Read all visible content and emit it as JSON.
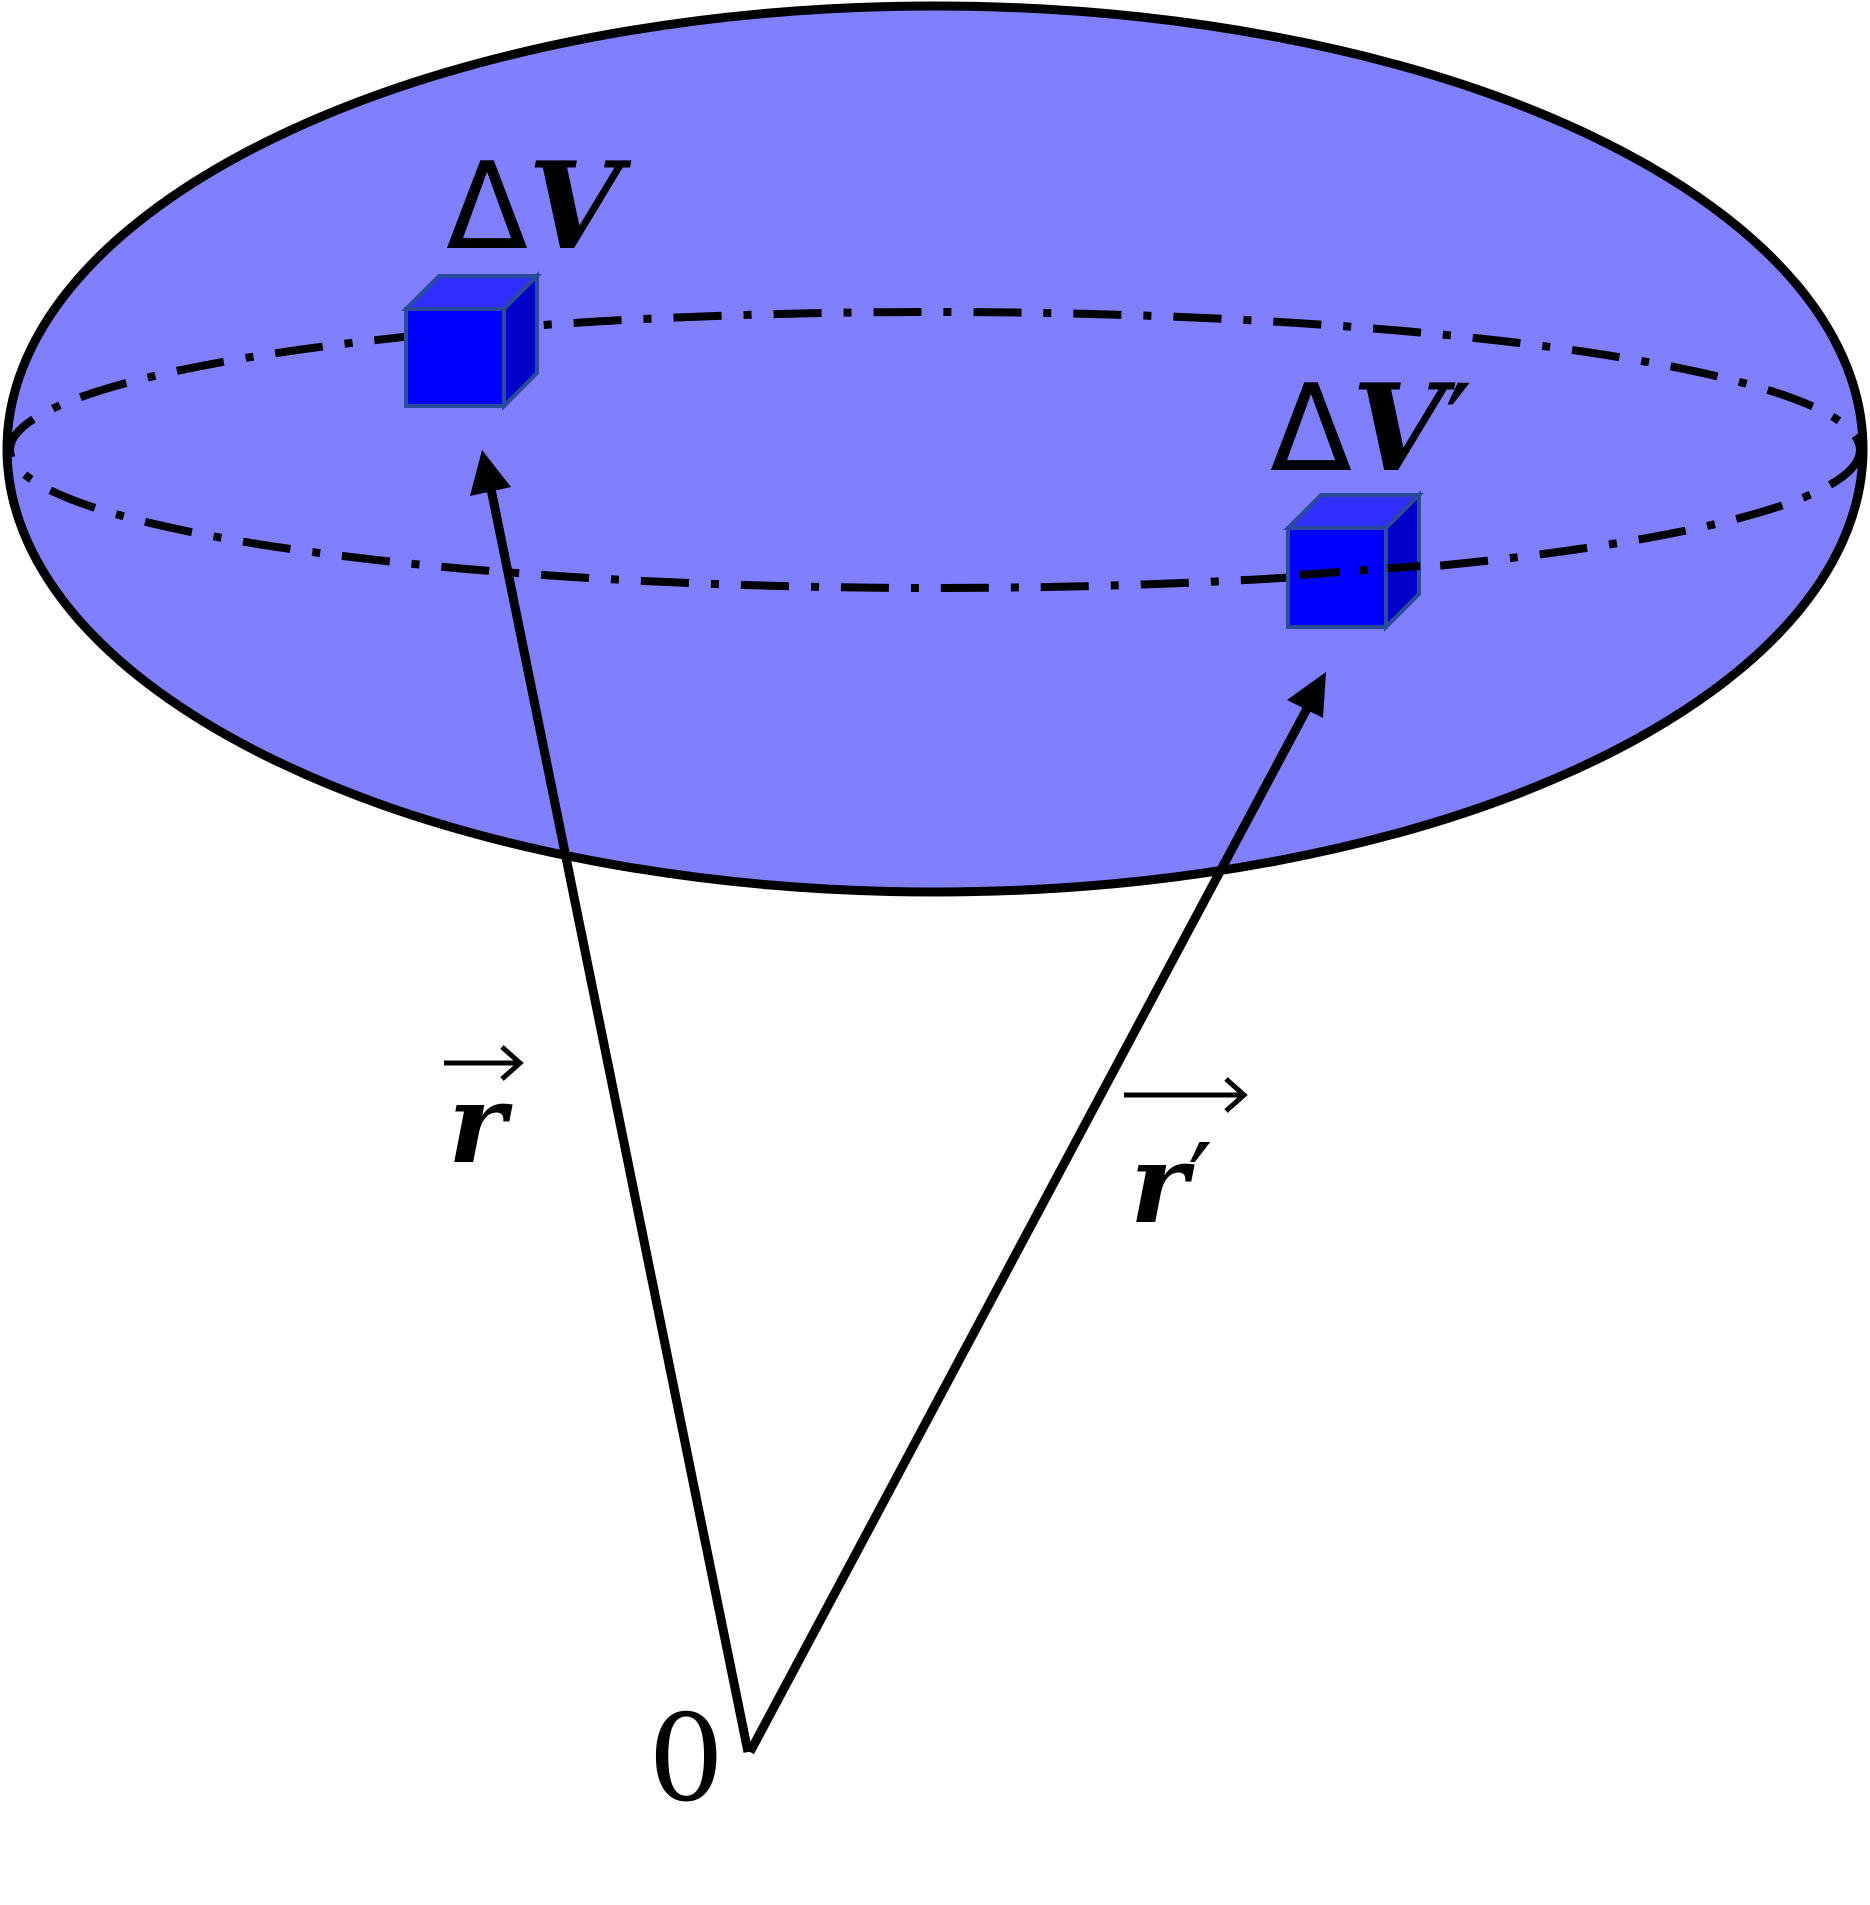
{
  "labels": {
    "delta_symbol": "Δ",
    "volume_1": "V",
    "volume_2": "V",
    "prime": "′",
    "vector_r": "r",
    "vector_r_prime": "r",
    "origin": "0"
  },
  "colors": {
    "ellipse_fill": "#8080ff",
    "ellipse_stroke": "#000000",
    "cube_front": "#0000ff",
    "cube_top": "#2f2fff",
    "cube_side": "#0000c8",
    "cube_edge": "#2a4a9a",
    "arrow": "#000000"
  },
  "icons": {
    "arrow_over_vector": "overarrow-icon"
  }
}
